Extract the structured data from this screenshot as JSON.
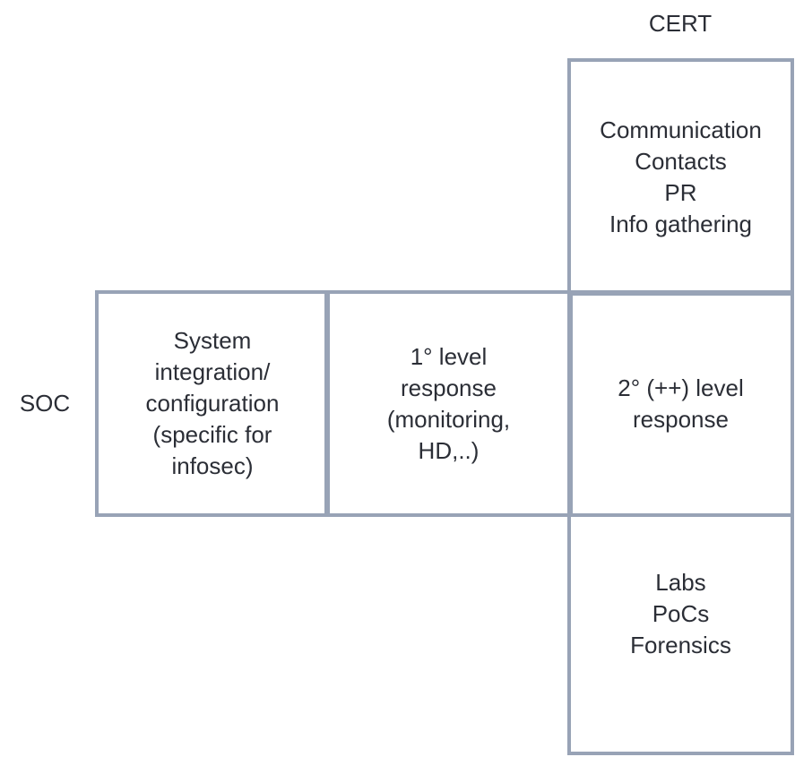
{
  "labels": {
    "cert": "CERT",
    "soc": "SOC"
  },
  "boxes": {
    "cert_top": {
      "lines": [
        "Communication",
        "Contacts",
        "PR",
        "Info gathering"
      ]
    },
    "system_integration": {
      "lines": [
        "System",
        "integration/",
        "configuration",
        "(specific for",
        "infosec)"
      ]
    },
    "first_level": {
      "lines": [
        "1° level",
        "response",
        "(monitoring,",
        "HD,..)"
      ]
    },
    "second_level": {
      "lines": [
        "2° (++) level",
        "response"
      ]
    },
    "labs": {
      "lines": [
        "Labs",
        "PoCs",
        "Forensics"
      ]
    }
  },
  "colors": {
    "border": "#98a3b6",
    "text": "#2b2e36"
  }
}
